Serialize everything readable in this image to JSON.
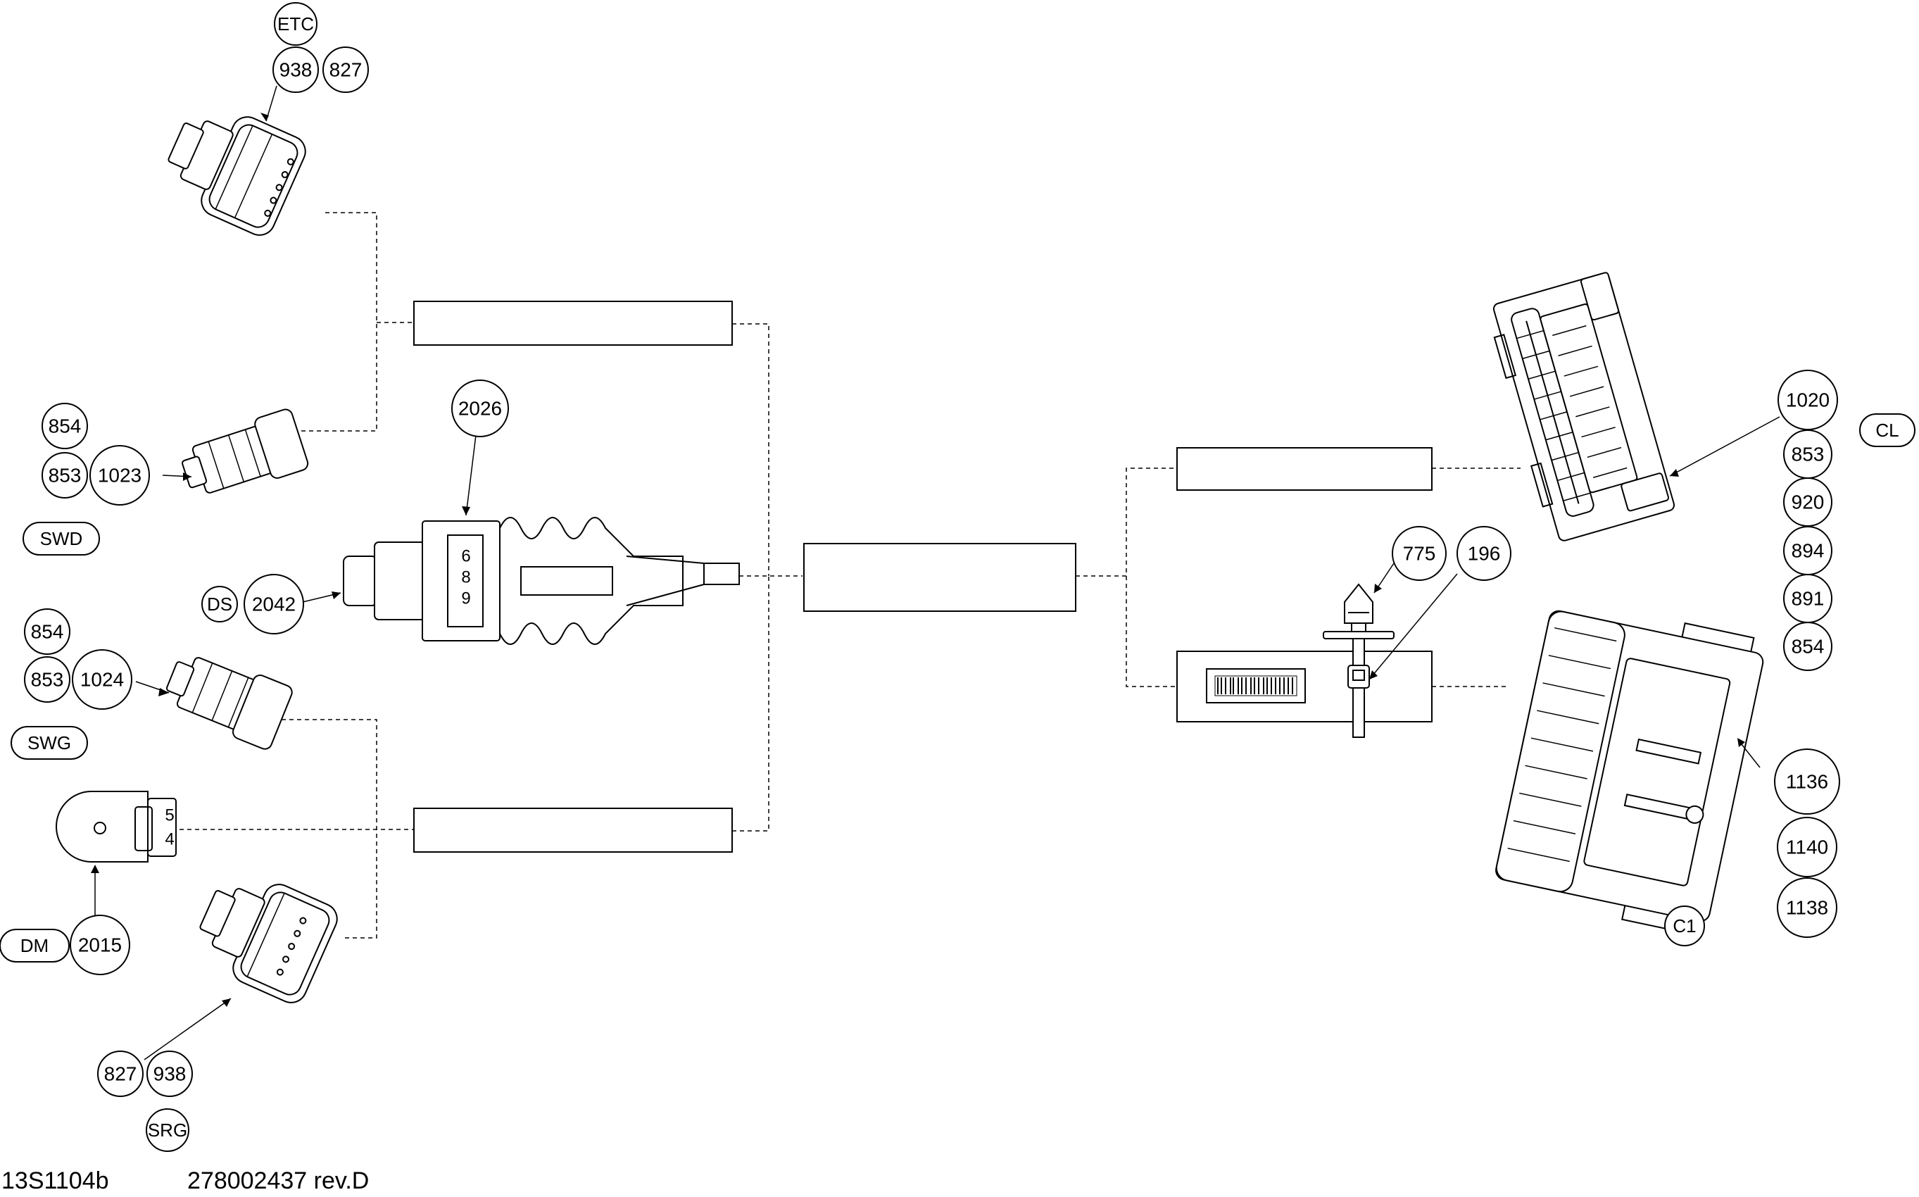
{
  "footer": {
    "drawing_code": "13S1104b",
    "part_number": "278002437 rev.D"
  },
  "tags": {
    "etc": "ETC",
    "swd": "SWD",
    "ds": "DS",
    "swg": "SWG",
    "dm": "DM",
    "srg": "SRG",
    "cl": "CL",
    "c1": "C1"
  },
  "callouts": {
    "etc_938": "938",
    "etc_827": "827",
    "swd_854": "854",
    "swd_853": "853",
    "swd_1023": "1023",
    "n2026": "2026",
    "ds_2042": "2042",
    "swg_854": "854",
    "swg_853": "853",
    "swg_1024": "1024",
    "dm_2015": "2015",
    "srg_827": "827",
    "srg_938": "938",
    "n775": "775",
    "n196": "196",
    "cl_1020": "1020",
    "cl_853": "853",
    "cl_920": "920",
    "cl_894": "894",
    "cl_891": "891",
    "cl_854": "854",
    "c1_1136": "1136",
    "c1_1140": "1140",
    "c1_1138": "1138"
  },
  "inline_labels": {
    "sensor_digits": [
      "6",
      "8",
      "9"
    ],
    "dm_pins": [
      "5",
      "4"
    ]
  }
}
